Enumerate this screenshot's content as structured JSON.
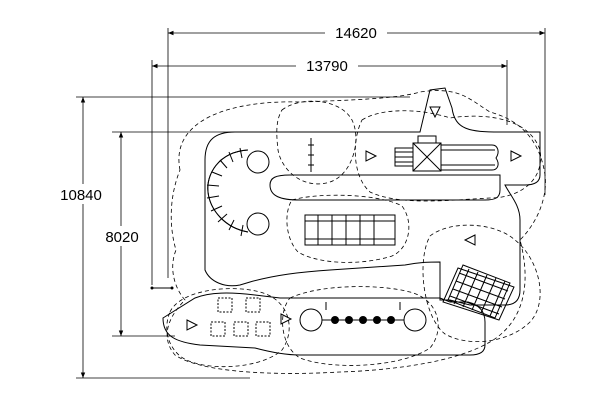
{
  "dimensions": {
    "overall_width": "14620",
    "inner_width": "13790",
    "overall_height": "10840",
    "inner_height": "8020"
  }
}
